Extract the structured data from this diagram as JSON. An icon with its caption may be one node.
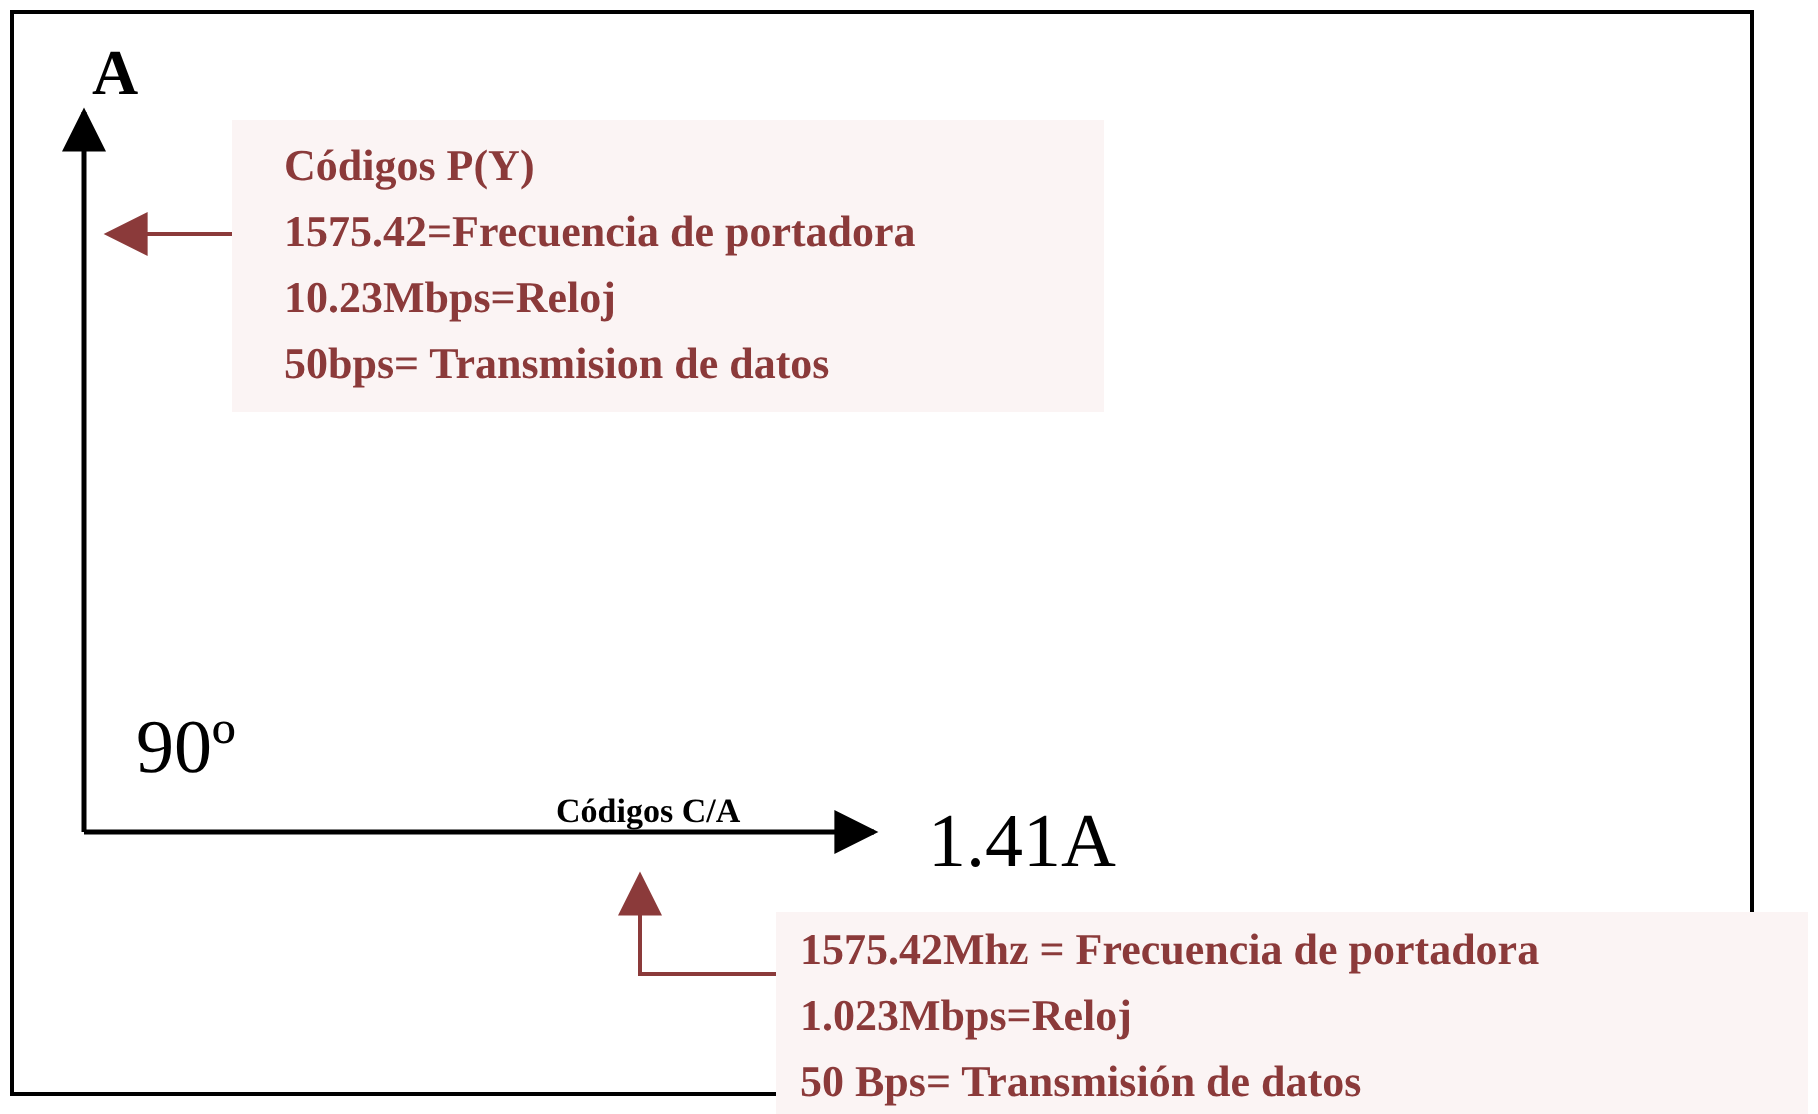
{
  "diagram": {
    "nodes": [
      {
        "text": [
          "A"
        ]
      },
      {
        "text": [
          "1.41A"
        ]
      },
      {
        "text": [
          "Códigos P(Y)",
          "1575.42=Frecuencia de portadora",
          "10.23Mbps=Reloj",
          "50bps= Transmision de datos"
        ]
      },
      {
        "text": [
          "1575.42Mhz = Frecuencia de portadora",
          "1.023Mbps=Reloj",
          "50 Bps= Transmisión de datos"
        ]
      }
    ],
    "edges": [
      {
        "from": null,
        "to": 0,
        "arrow": "to"
      },
      {
        "from": null,
        "to": 1,
        "arrow": "to",
        "label": "Códigos C/A"
      },
      {
        "from": 2,
        "to": null,
        "arrow": "to",
        "color": "#8b3a3a"
      },
      {
        "from": 3,
        "to": null,
        "arrow": "to",
        "color": "#8b3a3a"
      }
    ],
    "labels": [
      "90º"
    ]
  }
}
